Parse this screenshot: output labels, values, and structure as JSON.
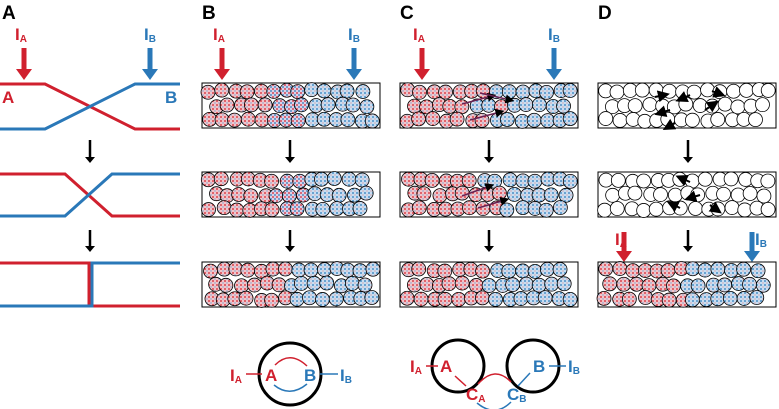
{
  "panels": [
    {
      "id": "A"
    },
    {
      "id": "B"
    },
    {
      "id": "C"
    },
    {
      "id": "D"
    }
  ],
  "labels": {
    "IA_main": "I",
    "IA_sub": "A",
    "IB_main": "I",
    "IB_sub": "B",
    "A": "A",
    "B": "B",
    "CA_main": "C",
    "CA_sub": "A",
    "CB_main": "C",
    "CB_sub": "B"
  },
  "colors": {
    "A": "#d0202e",
    "B": "#2a78b8"
  }
}
